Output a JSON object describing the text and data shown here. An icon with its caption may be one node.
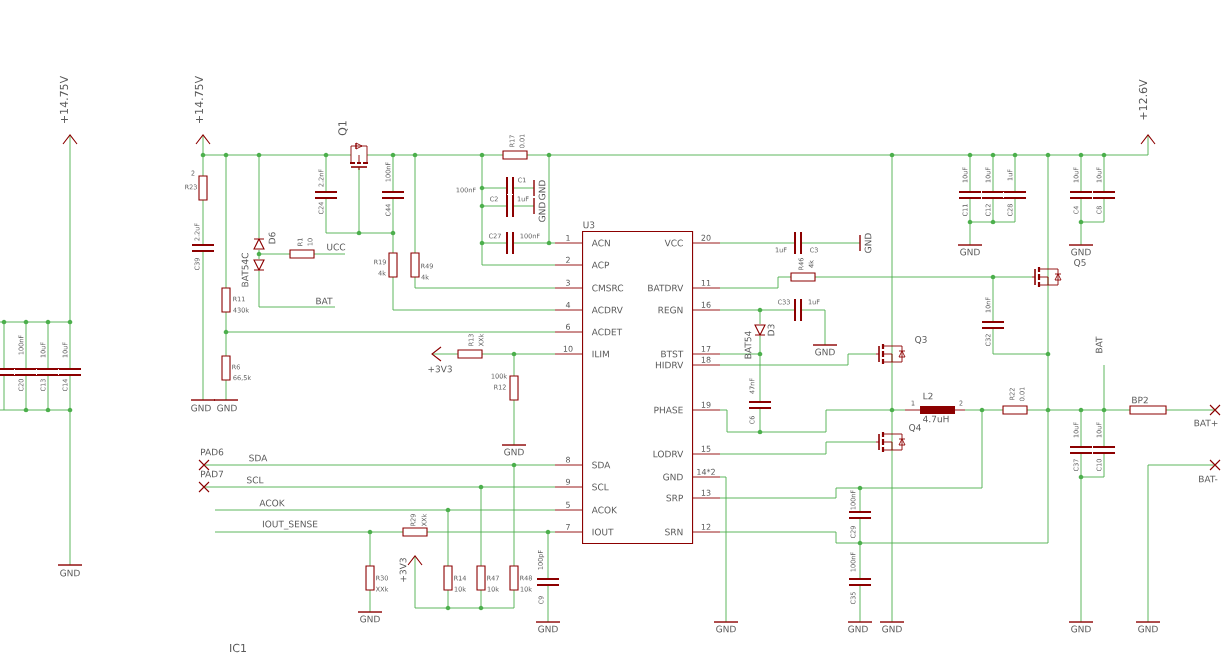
{
  "diagram": {
    "nodes": [
      {
        "text": [
          "U3",
          "ACN",
          "ACP",
          "CMSRC",
          "ACDRV",
          "ACDET",
          "ILIM",
          "SDA",
          "SCL",
          "ACOK",
          "IOUT",
          "VCC",
          "BATDRV",
          "REGN",
          "BTST",
          "HIDRV",
          "PHASE",
          "LODRV",
          "GND",
          "SRP",
          "SRN"
        ],
        "beside": [
          "1",
          "2",
          "3",
          "4",
          "6",
          "10",
          "8",
          "9",
          "5",
          "7",
          "20",
          "11",
          "16",
          "17",
          "18",
          "19",
          "15",
          "14*2",
          "13",
          "12"
        ]
      }
    ],
    "labels": [
      "+14.75V",
      "100nF",
      "C20",
      "10uF",
      "C13",
      "10uF",
      "C14",
      "GND",
      "+14.75V",
      "2",
      "R23",
      "2.2uF",
      "C39",
      "GND",
      "GND",
      "R11",
      "430k",
      "R6",
      "66,5k",
      "BAT54C",
      "D6",
      "R1",
      "10",
      "UCC",
      "BAT",
      "Q1",
      "2.2nF",
      "C24",
      "100nF",
      "C44",
      "R19",
      "4k",
      "R49",
      "4k",
      "R17",
      "0.01",
      "100nF",
      "C1",
      "C2",
      "1uF",
      "GND",
      "GND",
      "C27",
      "100nF",
      "R13",
      "XXk",
      "+3V3",
      "100k",
      "R12",
      "PAD6",
      "GND",
      "SDA",
      "PAD7",
      "SCL",
      "ACOK",
      "IOUT_SENSE",
      "R29",
      "XXk",
      "+3V3",
      "R30",
      "XXk",
      "GND",
      "R14",
      "10k",
      "R47",
      "10k",
      "R48",
      "10k",
      "100pF",
      "C9",
      "GND",
      "IC1",
      "GND",
      "1uF",
      "C3",
      "GND",
      "R46",
      "4k",
      "C33",
      "1uF",
      "GND",
      "BAT54",
      "D3",
      "47nF",
      "C6",
      "Q3",
      "Q4",
      "L2",
      "1",
      "2",
      "4.7uH",
      "R22",
      "0.01",
      "100nF",
      "C29",
      "100nF",
      "C35",
      "GND",
      "GND",
      "10uF",
      "C11",
      "10uF",
      "C12",
      "1uF",
      "C28",
      "GND",
      "10uF",
      "C4",
      "10uF",
      "C8",
      "GND",
      "Q5",
      "+12.6V",
      "10nF",
      "C32",
      "BAT",
      "BP2",
      "BAT+",
      "10uF",
      "C37",
      "10uF",
      "C10",
      "BAT-",
      "GND",
      "GND"
    ]
  }
}
